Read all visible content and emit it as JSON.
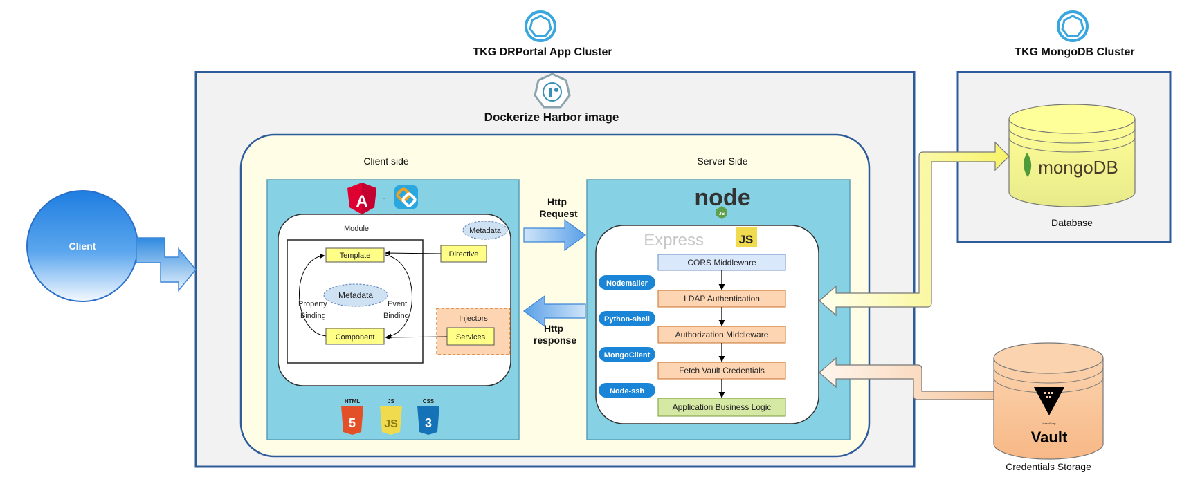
{
  "clusters": {
    "app_title": "TKG DRPortal App Cluster",
    "mongo_title": "TKG MongoDB Cluster"
  },
  "harbor": {
    "title": "Dockerize Harbor image"
  },
  "client": {
    "label": "Client"
  },
  "client_side": {
    "title": "Client side",
    "module_label": "Module",
    "metadata_top": "Metadata",
    "template": "Template",
    "directive": "Directive",
    "metadata_center": "Metadata",
    "property_binding": [
      "Property",
      "Binding"
    ],
    "event_binding": [
      "Event",
      "Binding"
    ],
    "component": "Component",
    "injectors": "Injectors",
    "services": "Services",
    "tech_logos": [
      "HTML",
      "JS",
      "CSS"
    ]
  },
  "http": {
    "request": [
      "Http",
      "Request"
    ],
    "response": [
      "Http",
      "response"
    ]
  },
  "server_side": {
    "title": "Server Side",
    "node_logo": "node",
    "node_badge": "JS",
    "express_text": "Express",
    "express_badge": "JS",
    "middleware": [
      "CORS Middleware",
      "LDAP Authentication",
      "Authorization Middleware",
      "Fetch Vault Credentials",
      "Application Business Logic"
    ],
    "libraries": [
      "Nodemailer",
      "Python-shell",
      "MongoClient",
      "Node-ssh"
    ]
  },
  "database": {
    "label": "Database",
    "logo_text": "mongoDB"
  },
  "credentials": {
    "label": "Credentials Storage",
    "vault_small": "HashiCorp",
    "vault_text": "Vault"
  },
  "colors": {
    "cluster_border": "#2e5c9a",
    "cluster_fill": "#f2f2f2",
    "harbor_fill": "#fffde6",
    "panel_fill": "#86d2e4",
    "yellow_box": "#ffff88",
    "orange_box": "#fdd5b3",
    "cors_box": "#dae8fc",
    "green_box": "#d5e8a4",
    "pill": "#1a85d6",
    "angular": "#dd0031",
    "html5": "#e34f26",
    "js": "#f0db4f",
    "css3": "#1572b6",
    "mongo_green": "#4f9a3a",
    "node_green": "#5fa04e"
  }
}
